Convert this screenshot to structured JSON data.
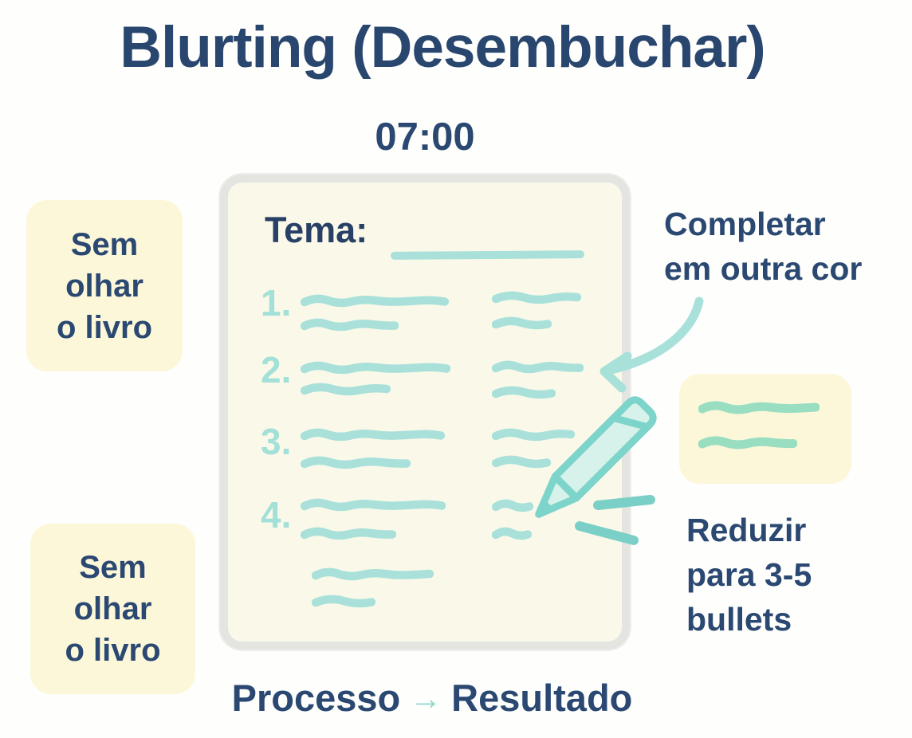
{
  "title": "Blurting (Desembuchar)",
  "timer": "07:00",
  "paper": {
    "tema_label": "Tema:",
    "items": [
      {
        "number": "1."
      },
      {
        "number": "2."
      },
      {
        "number": "3."
      },
      {
        "number": "4."
      }
    ]
  },
  "sticky_notes": {
    "left_top": {
      "lines": [
        "Sem",
        "olhar",
        "o livro"
      ]
    },
    "left_bottom": {
      "lines": [
        "Sem",
        "olhar",
        "o livro"
      ]
    }
  },
  "annotations": {
    "completar": {
      "lines": [
        "Completar",
        "em outra cor"
      ]
    },
    "reduzir": {
      "lines": [
        "Reduzir",
        "para 3-5",
        "bullets"
      ]
    }
  },
  "footer": {
    "process_label": "Processo",
    "arrow_glyph": "→",
    "result_label": "Resultado"
  },
  "colors": {
    "navy": "#29466F",
    "teal_squiggle": "#A9E1DA",
    "mint_squiggle": "#9ADEC2",
    "pencil_outline": "#7DD4CA",
    "pencil_fill": "#D7F2EA",
    "note_yellow": "#FCF7D9",
    "paper_bg": "#FAF9E9",
    "paper_border": "#E4E4E1"
  }
}
